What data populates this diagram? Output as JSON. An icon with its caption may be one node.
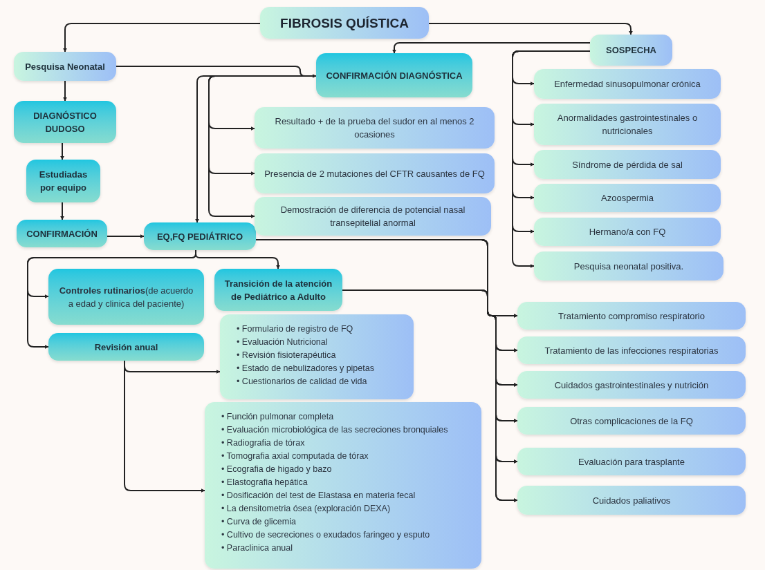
{
  "diagram": {
    "nodes": [
      {
        "text": [
          "FIBROSIS QUÍSTICA"
        ]
      },
      {
        "text": [
          "Pesquisa Neonatal"
        ]
      },
      {
        "text": [
          "DIAGNÓSTICO DUDOSO"
        ]
      },
      {
        "text": [
          "Estudiadas por equipo"
        ]
      },
      {
        "text": [
          "CONFIRMACIÓN"
        ]
      },
      {
        "text": [
          "EQ,FQ PEDIÁTRICO"
        ]
      },
      {
        "text": [
          "CONFIRMACIÓN DIAGNÓSTICA"
        ]
      },
      {
        "text": [
          "Resultado + de la prueba del sudor en al menos 2 ocasiones"
        ]
      },
      {
        "text": [
          "Presencia de 2 mutaciones del CFTR causantes de FQ"
        ]
      },
      {
        "text": [
          "Demostración de diferencia de potencial nasal transepitelial anormal"
        ]
      },
      {
        "text": [
          "SOSPECHA"
        ]
      },
      {
        "text": [
          "Enfermedad sinusopulmonar crónica"
        ]
      },
      {
        "text": [
          "Anormalidades gastrointestinales o nutricionales"
        ]
      },
      {
        "text": [
          "Síndrome de pérdida de sal"
        ]
      },
      {
        "text": [
          "Azoospermia"
        ]
      },
      {
        "text": [
          "Hermano/a con FQ"
        ]
      },
      {
        "text": [
          "Pesquisa neonatal positiva."
        ]
      },
      {
        "text": [
          "**Controles rutinarios**(de acuerdo a edad y clinica del paciente)"
        ]
      },
      {
        "text": [
          "Transición de la atención de Pediátrico a Adulto"
        ]
      },
      {
        "text": [
          "Revisión anual"
        ]
      },
      {
        "text": [
          "• Formulario de registro de FQ",
          "• Evaluación Nutricional",
          "• Revisión fisioterapéutica",
          "• Estado de nebulizadores y pipetas",
          "• Cuestionarios de calidad de vida"
        ]
      },
      {
        "text": [
          "• Función pulmonar completa",
          "• Evaluación microbiológica de las secreciones bronquiales",
          "• Radiografia de tórax",
          "• Tomografia axial computada de tórax",
          "• Ecografia de higado y bazo",
          "• Elastografia hepática",
          "• Dosificación del test de Elastasa en materia fecal",
          "• La densitometria ósea (exploración DEXA)",
          "• Curva de glicemia",
          "• Cultivo de secreciones o exudados faringeo y esputo",
          "• Paraclinica anual"
        ]
      },
      {
        "text": [
          "Tratamiento compromiso respiratorio"
        ]
      },
      {
        "text": [
          "Tratamiento de las infecciones respiratorias"
        ]
      },
      {
        "text": [
          "Cuidados gastrointestinales y nutrición"
        ]
      },
      {
        "text": [
          "Otras complicaciones de la FQ"
        ]
      },
      {
        "text": [
          "Evaluación para trasplante"
        ]
      },
      {
        "text": [
          "Cuidados paliativos"
        ]
      }
    ],
    "edges": [
      {
        "from": 0,
        "to": 1,
        "arrow": "to"
      },
      {
        "from": 0,
        "to": 10,
        "arrow": "to"
      },
      {
        "from": 10,
        "to": 6,
        "arrow": "to"
      },
      {
        "from": 1,
        "to": 6,
        "arrow": "to"
      },
      {
        "from": 1,
        "to": 2,
        "arrow": "to"
      },
      {
        "from": 2,
        "to": 3,
        "arrow": "to"
      },
      {
        "from": 3,
        "to": 4,
        "arrow": "to"
      },
      {
        "from": 4,
        "to": 5,
        "arrow": "to"
      },
      {
        "from": 6,
        "to": 5,
        "arrow": "to"
      },
      {
        "from": 6,
        "to": 7,
        "arrow": "to"
      },
      {
        "from": 6,
        "to": 8,
        "arrow": "to"
      },
      {
        "from": 6,
        "to": 9,
        "arrow": "to"
      },
      {
        "from": 10,
        "to": 11,
        "arrow": "to"
      },
      {
        "from": 10,
        "to": 12,
        "arrow": "to"
      },
      {
        "from": 10,
        "to": 13,
        "arrow": "to"
      },
      {
        "from": 10,
        "to": 14,
        "arrow": "to"
      },
      {
        "from": 10,
        "to": 15,
        "arrow": "to"
      },
      {
        "from": 10,
        "to": 16,
        "arrow": "to"
      },
      {
        "from": 5,
        "to": 17,
        "arrow": "to"
      },
      {
        "from": 5,
        "to": 19,
        "arrow": "to"
      },
      {
        "from": 5,
        "to": 18,
        "arrow": "to"
      },
      {
        "from": 19,
        "to": 20,
        "arrow": "to"
      },
      {
        "from": 19,
        "to": 21,
        "arrow": "to"
      },
      {
        "from": 5,
        "to": 22,
        "arrow": "to"
      },
      {
        "from": 5,
        "to": 23,
        "arrow": "to"
      },
      {
        "from": 5,
        "to": 24,
        "arrow": "to"
      },
      {
        "from": 5,
        "to": 25,
        "arrow": "to"
      },
      {
        "from": 5,
        "to": 26,
        "arrow": "to"
      },
      {
        "from": 5,
        "to": 27,
        "arrow": "to"
      },
      {
        "from": 18,
        "to": 22,
        "arrow": "to"
      },
      {
        "from": 18,
        "to": 23,
        "arrow": "to"
      },
      {
        "from": 18,
        "to": 24,
        "arrow": "to"
      },
      {
        "from": 18,
        "to": 25,
        "arrow": "to"
      },
      {
        "from": 18,
        "to": 26,
        "arrow": "to"
      },
      {
        "from": 18,
        "to": 27,
        "arrow": "to"
      }
    ]
  }
}
